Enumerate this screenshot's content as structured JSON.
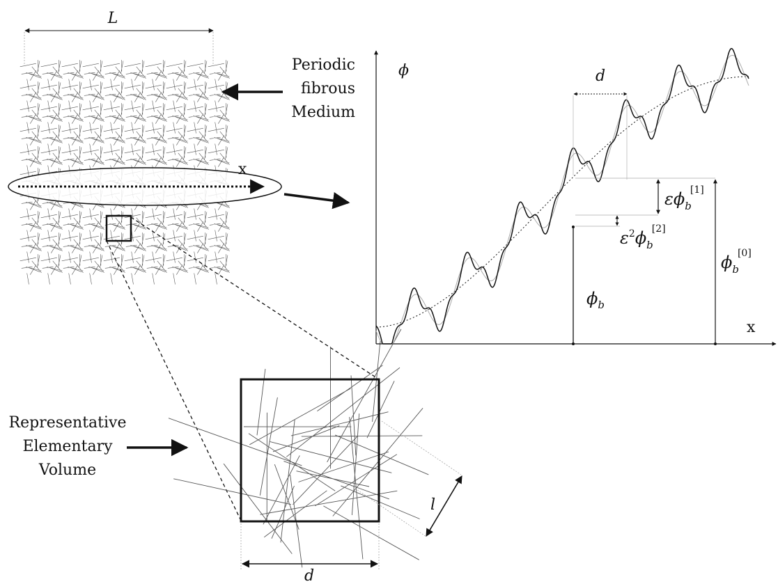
{
  "medium": {
    "width_label": "L",
    "caption": [
      "Periodic",
      "fibrous",
      "Medium"
    ],
    "axis_x_label": "x"
  },
  "rev": {
    "caption": [
      "Representative",
      "Elementary",
      "Volume"
    ],
    "size_label": "d",
    "fiber_length_label": "l"
  },
  "graph": {
    "y_axis_label": "ϕ",
    "x_axis_label": "x",
    "period_label": "d",
    "phi_b": {
      "base": "ϕ",
      "sub": "b"
    },
    "phi_b_0": {
      "base": "ϕ",
      "sub": "b",
      "sup": "[0]"
    },
    "eps_phi_b_1": {
      "pre": "ε",
      "base": "ϕ",
      "sub": "b",
      "sup": "[1]"
    },
    "eps2_phi_b_2": {
      "pre": "ε",
      "pre_sup": "2",
      "base": "ϕ",
      "sub": "b",
      "sup": "[2]"
    }
  },
  "colors": {
    "ink": "#111111",
    "fiber": "#555555",
    "faint": "#9a9a9a"
  }
}
